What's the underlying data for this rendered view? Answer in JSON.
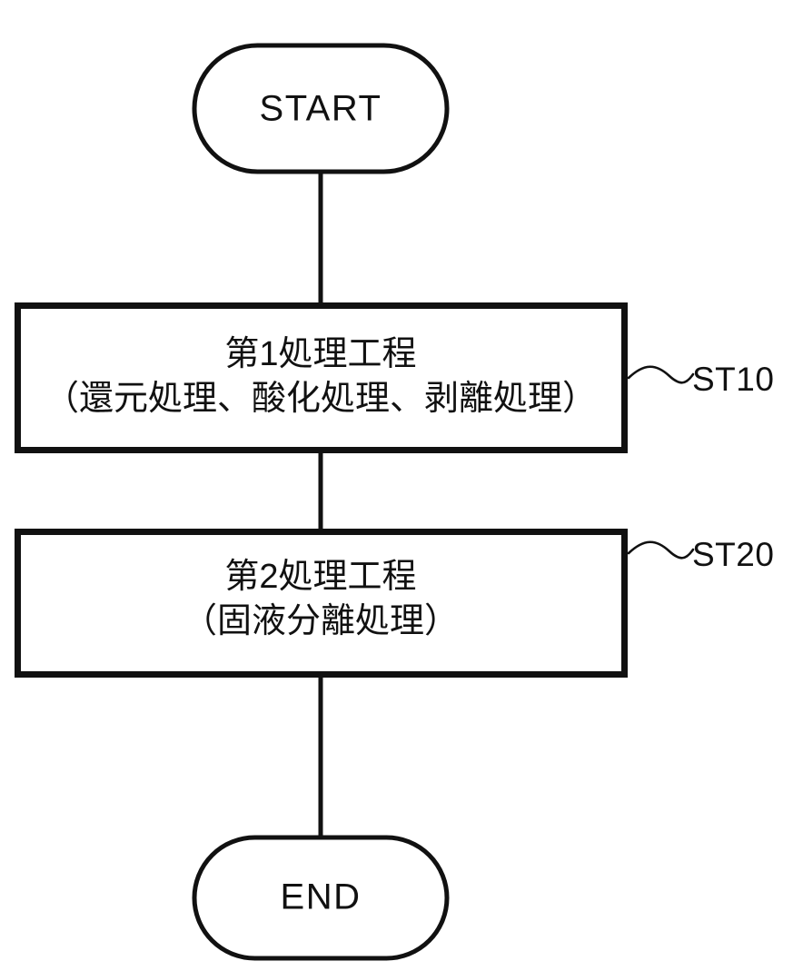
{
  "diagram": {
    "type": "flowchart",
    "title": "",
    "orientation": "vertical",
    "nodes": [
      {
        "id": "start",
        "shape": "terminator",
        "label": "START"
      },
      {
        "id": "st10",
        "shape": "process",
        "line1": "第1処理工程",
        "line2": "（還元処理、酸化処理、剥離処理）",
        "tag": "ST10"
      },
      {
        "id": "st20",
        "shape": "process",
        "line1": "第2処理工程",
        "line2": "（固液分離処理）",
        "tag": "ST20"
      },
      {
        "id": "end",
        "shape": "terminator",
        "label": "END"
      }
    ],
    "edges": [
      {
        "from": "start",
        "to": "st10"
      },
      {
        "from": "st10",
        "to": "st20"
      },
      {
        "from": "st20",
        "to": "end"
      }
    ],
    "colors": {
      "stroke": "#111111",
      "fill": "#ffffff",
      "background": "#ffffff"
    }
  }
}
